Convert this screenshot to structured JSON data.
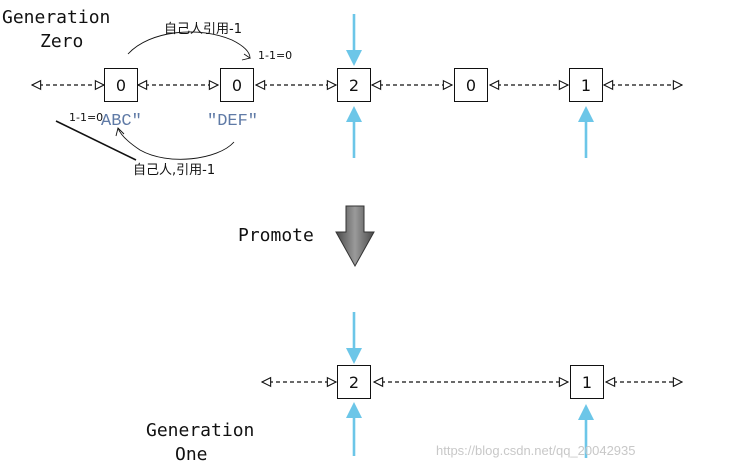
{
  "labels": {
    "gen_zero_line1": "Generation",
    "gen_zero_line2": "Zero",
    "gen_one_line1": "Generation",
    "gen_one_line2": "One",
    "promote": "Promote"
  },
  "gen0_nodes": [
    "0",
    "0",
    "2",
    "0",
    "1"
  ],
  "gen1_nodes": [
    "2",
    "1"
  ],
  "strings": {
    "abc": "ABC\"",
    "def": "\"DEF\""
  },
  "annotations": {
    "self_ref_top": "自己人引用-1",
    "self_ref_bottom": "自己人,引用-1",
    "calc_top": "1-1=0",
    "calc_bottom": "1-1=0"
  },
  "watermark": "https://blog.csdn.net/qq_20042935",
  "colors": {
    "pointer_arrow": "#6cc6e8",
    "string_text": "#5f7aa6",
    "promote_arrow": "#666666"
  }
}
